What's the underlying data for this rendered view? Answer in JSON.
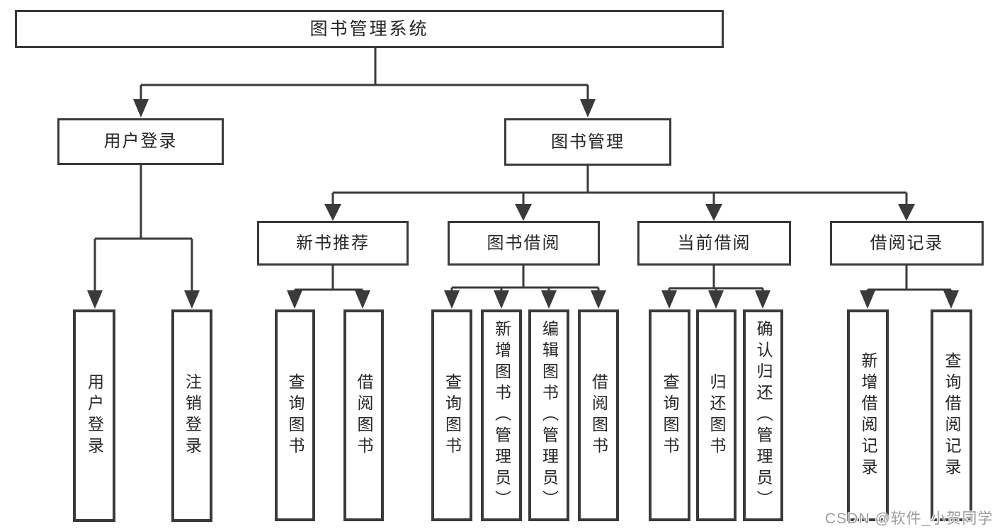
{
  "diagram": {
    "title": "图书管理系统",
    "branches": [
      {
        "label": "用户登录",
        "children": [
          {
            "label": "用户登录"
          },
          {
            "label": "注销登录"
          }
        ]
      },
      {
        "label": "图书管理",
        "children": [
          {
            "label": "新书推荐",
            "children": [
              {
                "label": "查询图书"
              },
              {
                "label": "借阅图书"
              }
            ]
          },
          {
            "label": "图书借阅",
            "children": [
              {
                "label": "查询图书"
              },
              {
                "label": "新增图书（管理员）"
              },
              {
                "label": "编辑图书（管理员）"
              },
              {
                "label": "借阅图书"
              }
            ]
          },
          {
            "label": "当前借阅",
            "children": [
              {
                "label": "查询图书"
              },
              {
                "label": "归还图书"
              },
              {
                "label": "确认归还（管理员）"
              }
            ]
          },
          {
            "label": "借阅记录",
            "children": [
              {
                "label": "新增借阅记录"
              },
              {
                "label": "查询借阅记录"
              }
            ]
          }
        ]
      }
    ]
  },
  "watermark": {
    "text": "CSDN @软件_小贺同学"
  },
  "colors": {
    "line": "#3a3a3a",
    "text": "#262626",
    "background": "#ffffff",
    "watermark": "#9b9b9b"
  }
}
